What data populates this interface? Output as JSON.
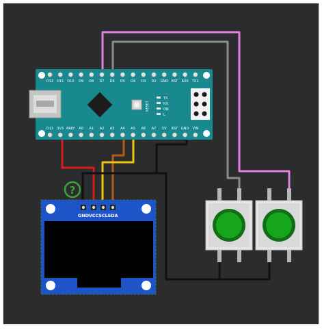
{
  "colors": {
    "background": "#2b2c2e",
    "board": "#18898f",
    "wire_red": "#d51d1d",
    "wire_yellow": "#f1c30f",
    "wire_brown": "#b75b16",
    "wire_black": "#111111",
    "wire_gray": "#8c8c8c",
    "wire_pink": "#e082e0",
    "button_cap": "#17a51e",
    "help_icon": "#3aa53a"
  },
  "arduino": {
    "top_pins": [
      "D12",
      "D11",
      "D10",
      "D9",
      "D8",
      "D7",
      "D6",
      "D5",
      "D4",
      "D3",
      "D2",
      "GND",
      "RST",
      "RX0",
      "TX1"
    ],
    "bottom_pins": [
      "D13",
      "3V3",
      "AREF",
      "A0",
      "A1",
      "A2",
      "A3",
      "A4",
      "A5",
      "A6",
      "A7",
      "5V",
      "RST",
      "GND",
      "VIN"
    ],
    "reset_label": "RESET",
    "led_labels": [
      "TX",
      "RX",
      "ON",
      "L"
    ]
  },
  "oled": {
    "pins": [
      "GND",
      "VCC",
      "SCL",
      "SDA"
    ]
  },
  "help_icon": {
    "glyph": "?"
  }
}
